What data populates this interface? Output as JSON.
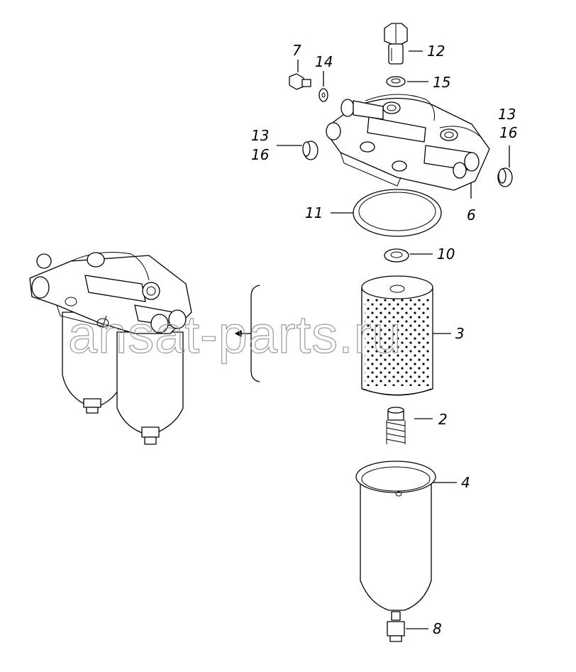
{
  "watermark": "ansat-parts.ru",
  "callouts": [
    {
      "id": "7",
      "label": "7"
    },
    {
      "id": "14",
      "label": "14"
    },
    {
      "id": "12",
      "label": "12"
    },
    {
      "id": "15",
      "label": "15"
    },
    {
      "id": "13a",
      "label": "13"
    },
    {
      "id": "16a",
      "label": "16"
    },
    {
      "id": "13b",
      "label": "13"
    },
    {
      "id": "16b",
      "label": "16"
    },
    {
      "id": "11",
      "label": "11"
    },
    {
      "id": "6",
      "label": "6"
    },
    {
      "id": "10",
      "label": "10"
    },
    {
      "id": "3",
      "label": "3"
    },
    {
      "id": "2",
      "label": "2"
    },
    {
      "id": "4",
      "label": "4"
    },
    {
      "id": "8",
      "label": "8"
    }
  ]
}
